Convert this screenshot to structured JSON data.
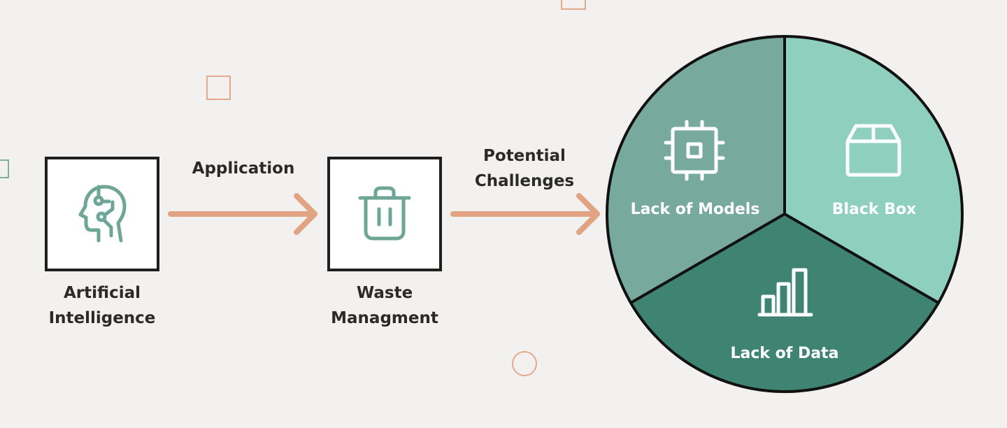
{
  "nodes": {
    "ai": {
      "label_line1": "Artificial",
      "label_line2": "Intelligence",
      "icon": "head-circuit-icon"
    },
    "waste": {
      "label_line1": "Waste",
      "label_line2": "Managment",
      "icon": "trash-can-icon"
    }
  },
  "edges": {
    "application": {
      "label": "Application"
    },
    "challenges": {
      "label_line1": "Potential",
      "label_line2": "Challenges"
    }
  },
  "pie": {
    "segments": [
      {
        "label": "Lack of Models",
        "icon": "chip-icon",
        "color": "#77a99c"
      },
      {
        "label": "Black Box",
        "icon": "box-icon",
        "color": "#8ecfbd"
      },
      {
        "label": "Lack of Data",
        "icon": "bar-chart-icon",
        "color": "#3f8472"
      }
    ]
  },
  "colors": {
    "background": "#f3f1ef",
    "arrow": "#e0a482",
    "icon_green": "#6ea696",
    "border": "#1f1f1f"
  }
}
